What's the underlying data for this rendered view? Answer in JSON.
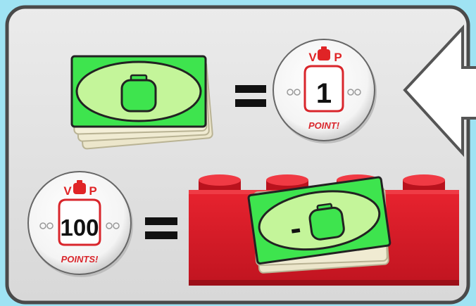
{
  "colors": {
    "background": "#9fe3f3",
    "panel": "#e1e1e1",
    "panel_border": "#4a4a4a",
    "bill_green": "#3ee44e",
    "bill_paper": "#f4efd8",
    "token_red": "#e02426",
    "brick_red": "#dd1c28"
  },
  "rules": {
    "row1": {
      "left_item": "cash-stack",
      "operator": "=",
      "right_item": "vp-token-1"
    },
    "row2": {
      "left_item": "vp-token-100",
      "operator": "=",
      "right_item": "red-brick-with-minus-cash"
    },
    "arrow": "left-pointing-arrow-icon"
  },
  "token_small": {
    "top_left": "V",
    "top_right": "P",
    "value": "1",
    "caption": "POINT!"
  },
  "token_large": {
    "top_left": "V",
    "top_right": "P",
    "value": "100",
    "caption": "POINTS!"
  },
  "bill_overlay": {
    "sign": "-"
  }
}
